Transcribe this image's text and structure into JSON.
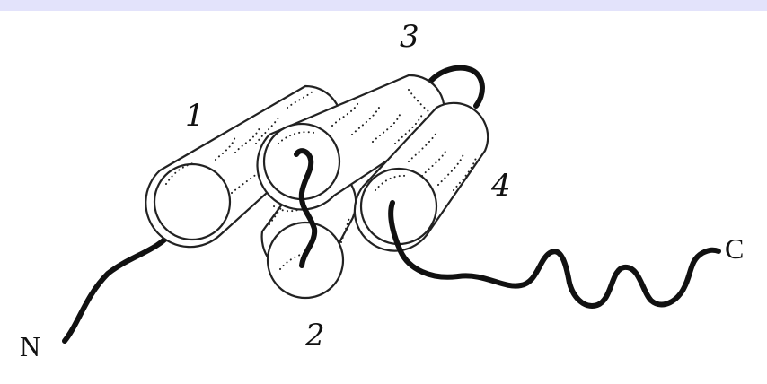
{
  "colors": {
    "top_band": "#e3e3fb",
    "ink": "#111111",
    "background": "#ffffff"
  },
  "labels": {
    "helix_1": "1",
    "helix_2": "2",
    "helix_3": "3",
    "helix_4": "4",
    "n_terminus": "N",
    "c_terminus": "C"
  }
}
